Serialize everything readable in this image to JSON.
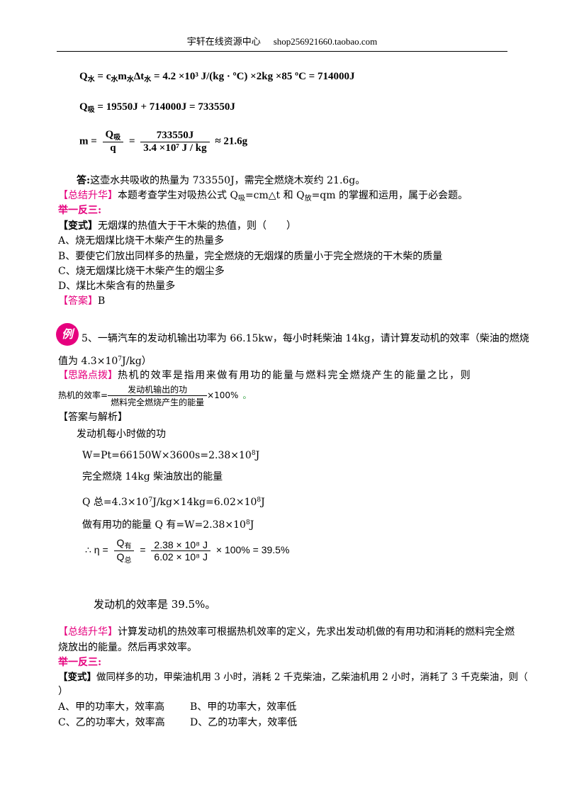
{
  "header": {
    "title": "宇轩在线资源中心",
    "url": "shop256921660.taobao.com"
  },
  "eq1": {
    "lhs": "Q",
    "lhs_sub": "水",
    "mid1": " = c",
    "mid1_sub": "水",
    "mid2": "m",
    "mid2_sub": "水",
    "mid3": "Δt",
    "mid3_sub": "水",
    "rhs": " = 4.2 ×10³ J/(kg · ºC) ×2kg ×85 ºC = 714000J"
  },
  "eq2": {
    "lhs": "Q",
    "lhs_sub": "吸",
    "rhs": " = 19550J + 714000J = 733550J"
  },
  "eq3": {
    "lhs": "m =",
    "num1": "Q",
    "num1_sub": "吸",
    "den1": "q",
    "eqs": "=",
    "num2": "733550J",
    "den2": "3.4 ×10⁷ J / kg",
    "rhs": "≈ 21.6g"
  },
  "answer1": {
    "label": "答:",
    "text": "这壶水共吸收的热量为 733550J，需完全燃烧木炭约 21.6g。"
  },
  "summary1": {
    "label": "【总结升华】",
    "text": "本题考查学生对吸热公式 Q",
    "sub1": "吸",
    "text2": "=cm△t 和 Q",
    "sub2": "放",
    "text3": "=qm 的掌握和运用，属于必会题。"
  },
  "practice1": {
    "label": "举一反三:"
  },
  "variant1": {
    "label": "【变式】",
    "text": "无烟煤的热值大于干木柴的热值，则（　　）",
    "options": [
      "A、烧无烟煤比烧干木柴产生的热量多",
      "B、要使它们放出同样多的热量，完全燃烧的无烟煤的质量小于完全燃烧的干木柴的质量",
      "C、烧无烟煤比烧干木柴产生的烟尘多",
      "D、煤比木柴含有的热量多"
    ],
    "answer_label": "【答案】",
    "answer": "B"
  },
  "example5": {
    "badge": "例",
    "text": "5、一辆汽车的发动机输出功率为 66.15kw，每小时耗柴油 14kg，请计算发动机的效率（柴油的燃烧",
    "text2": "值为 4.3×10",
    "sup": "7",
    "text3": "J/kg）"
  },
  "hint": {
    "label": "【思路点拨】",
    "text": "热机的效率是指用来做有用功的能量与燃料完全燃烧产生的能量之比，则",
    "lhs": "热机的效率=",
    "num": "发动机输出的功",
    "den": "燃料完全燃烧产生的能量",
    "rhs": "×100%",
    "dot": "。"
  },
  "solution": {
    "label": "【答案与解析】",
    "l1": "发动机每小时做的功",
    "l2a": "W=Pt=66150W×3600s=2.38×10",
    "l2sup": "8",
    "l2b": "J",
    "l3": "完全燃烧 14kg 柴油放出的能量",
    "l4a": "Q 总=4.3×10",
    "l4sup1": "7",
    "l4b": "J/kg×14kg=6.02×10",
    "l4sup2": "8",
    "l4c": "J",
    "l5a": "做有用功的能量 Q 有=W=2.38×10",
    "l5sup": "8",
    "l5b": "J",
    "eta_lhs": "∴ η =",
    "eta_num": "Q",
    "eta_num_sub": "有",
    "eta_den": "Q",
    "eta_den_sub": "总",
    "eta_num2": "2.38 × 10⁸ J",
    "eta_den2": "6.02 × 10⁸ J",
    "eta_rhs": "× 100% = 39.5%",
    "conclusion": "发动机的效率是 39.5%。"
  },
  "summary2": {
    "label": "【总结升华】",
    "text": "计算发动机的热效率可根据热机效率的定义，先求出发动机做的有用功和消耗的燃料完全燃",
    "text2": "烧放出的能量。然后再求效率。"
  },
  "practice2": {
    "label": "举一反三:"
  },
  "variant2": {
    "label": "【变式】",
    "text": "做同样多的功，甲柴油机用 3 小时，消耗 2 千克柴油，乙柴油机用 2 小时，消耗了 3 千克柴油，则（",
    "text2": "）",
    "optA": "A、甲的功率大，效率高",
    "optB": "B、甲的功率大，效率低",
    "optC": "C、乙的功率大，效率高",
    "optD": "D、乙的功率大，效率低"
  }
}
